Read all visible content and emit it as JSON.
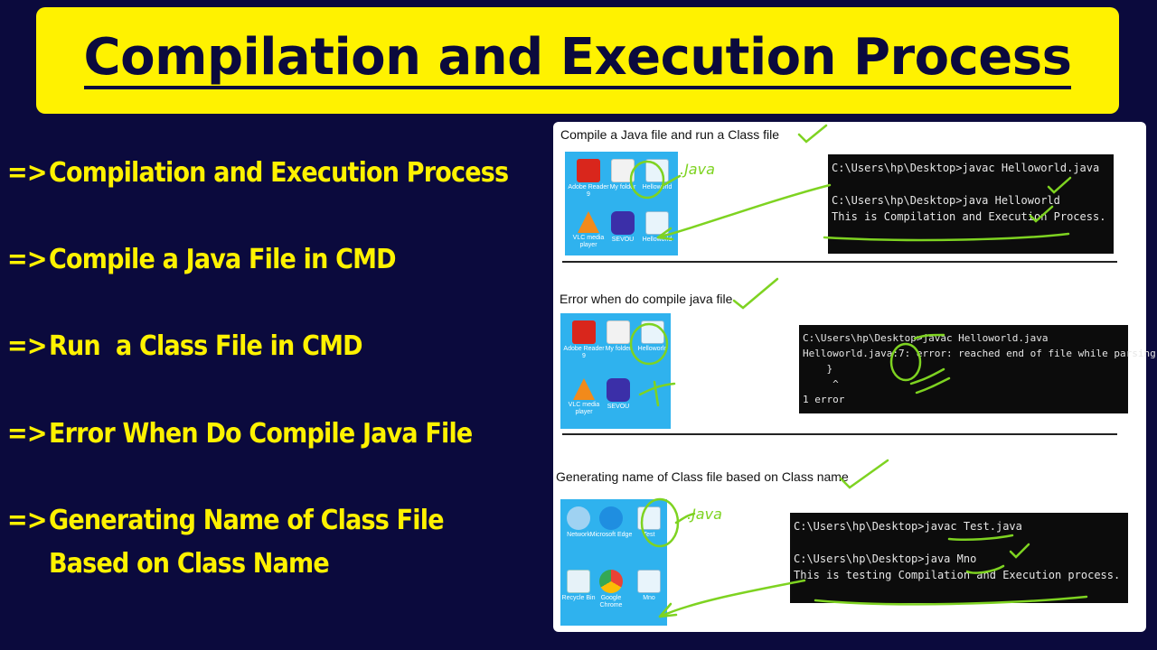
{
  "title": "Compilation and Execution Process",
  "topics": [
    {
      "arrow": "=>",
      "text": "Compilation and Execution Process"
    },
    {
      "arrow": "=>",
      "text": "Compile a Java File in CMD"
    },
    {
      "arrow": "=>",
      "text": "Run  a Class File in CMD"
    },
    {
      "arrow": "=>",
      "text": "Error When Do Compile Java File"
    },
    {
      "arrow": "=>",
      "text": "Generating Name of Class File",
      "text2": "Based on Class Name"
    }
  ],
  "sections": [
    {
      "label": "Compile a Java file and run a Class file",
      "icons": [
        "Adobe Reader 9",
        "My folder",
        "Helloworld",
        "VLC media player",
        "SEVOU",
        "Helloworld"
      ],
      "terminal": [
        "C:\\Users\\hp\\Desktop>javac Helloworld.java",
        "",
        "C:\\Users\\hp\\Desktop>java Helloworld",
        "This is Compilation and Execution Process."
      ],
      "annotation": ".Java"
    },
    {
      "label": "Error when do compile java file",
      "icons": [
        "Adobe Reader 9",
        "My folder",
        "Helloworld",
        "VLC media player",
        "SEVOU"
      ],
      "terminal": [
        "C:\\Users\\hp\\Desktop>javac Helloworld.java",
        "Helloworld.java:7: error: reached end of file while parsing",
        "    }",
        "     ^",
        "1 error"
      ]
    },
    {
      "label": "Generating name of Class file based on Class name",
      "icons": [
        "Network",
        "Microsoft Edge",
        "Test",
        "Recycle Bin",
        "Google Chrome",
        "Mno"
      ],
      "terminal": [
        "C:\\Users\\hp\\Desktop>javac Test.java",
        "",
        "C:\\Users\\hp\\Desktop>java Mno",
        "This is testing Compilation and Execution process."
      ],
      "annotation": ".Java"
    }
  ],
  "colors": {
    "background": "#0b0a3d",
    "accent_yellow": "#fff200",
    "annotation_green": "#7ed321",
    "desktop_blue": "#2fb2ee"
  }
}
